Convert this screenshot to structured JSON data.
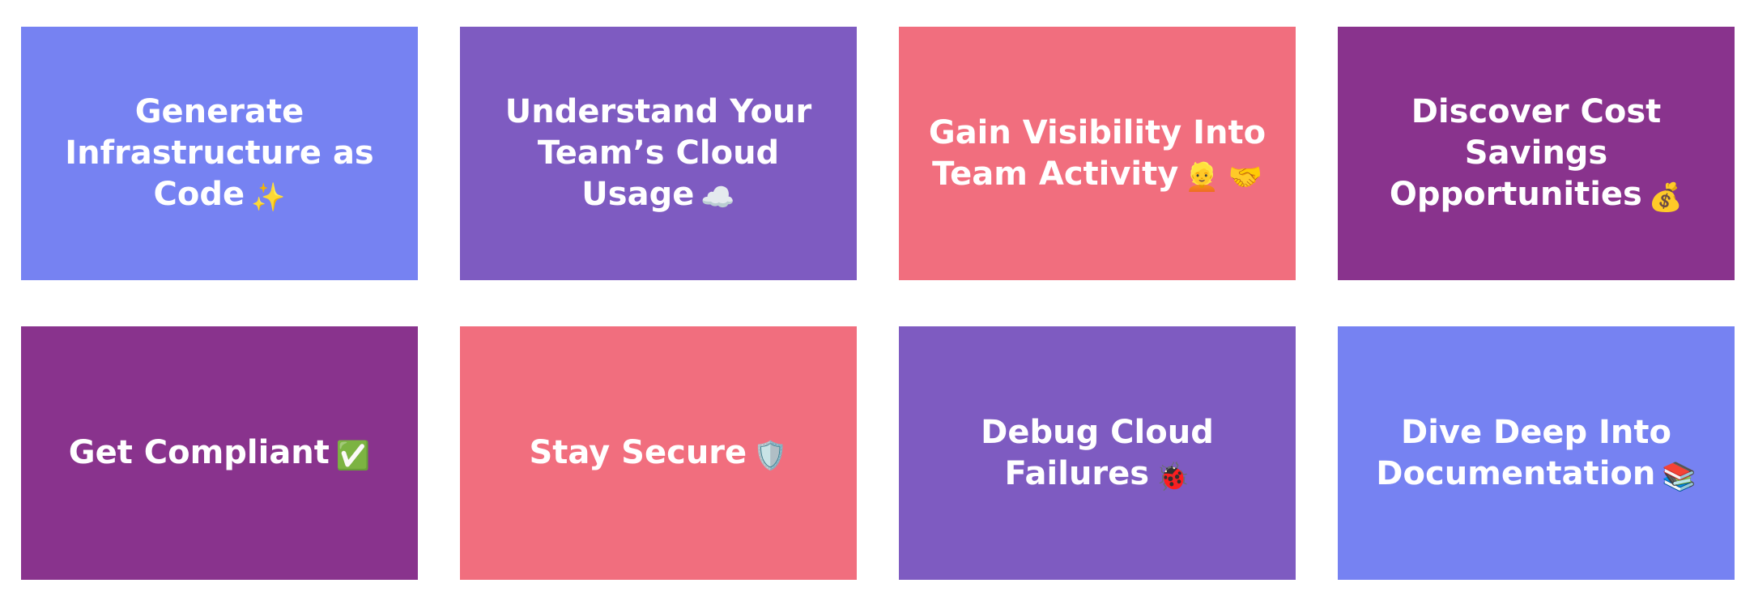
{
  "cards": [
    {
      "label": "Generate Infrastructure as Code",
      "emoji": "✨",
      "color": "#7682f2"
    },
    {
      "label": "Understand Your Team’s Cloud Usage",
      "emoji": "☁️",
      "color": "#7e5bc1"
    },
    {
      "label": "Gain Visibility Into Team Activity",
      "emoji": "👱 🤝",
      "color": "#f16e7e"
    },
    {
      "label": "Discover Cost Savings Opportunities",
      "emoji": "💰",
      "color": "#89338d"
    },
    {
      "label": "Get Compliant",
      "emoji": "✅",
      "color": "#89338d"
    },
    {
      "label": "Stay Secure",
      "emoji": "🛡️",
      "color": "#f16e7e"
    },
    {
      "label": "Debug Cloud Failures",
      "emoji": "🐞",
      "color": "#7e5bc1"
    },
    {
      "label": "Dive Deep Into Documentation",
      "emoji": "📚",
      "color": "#7682f2"
    }
  ]
}
